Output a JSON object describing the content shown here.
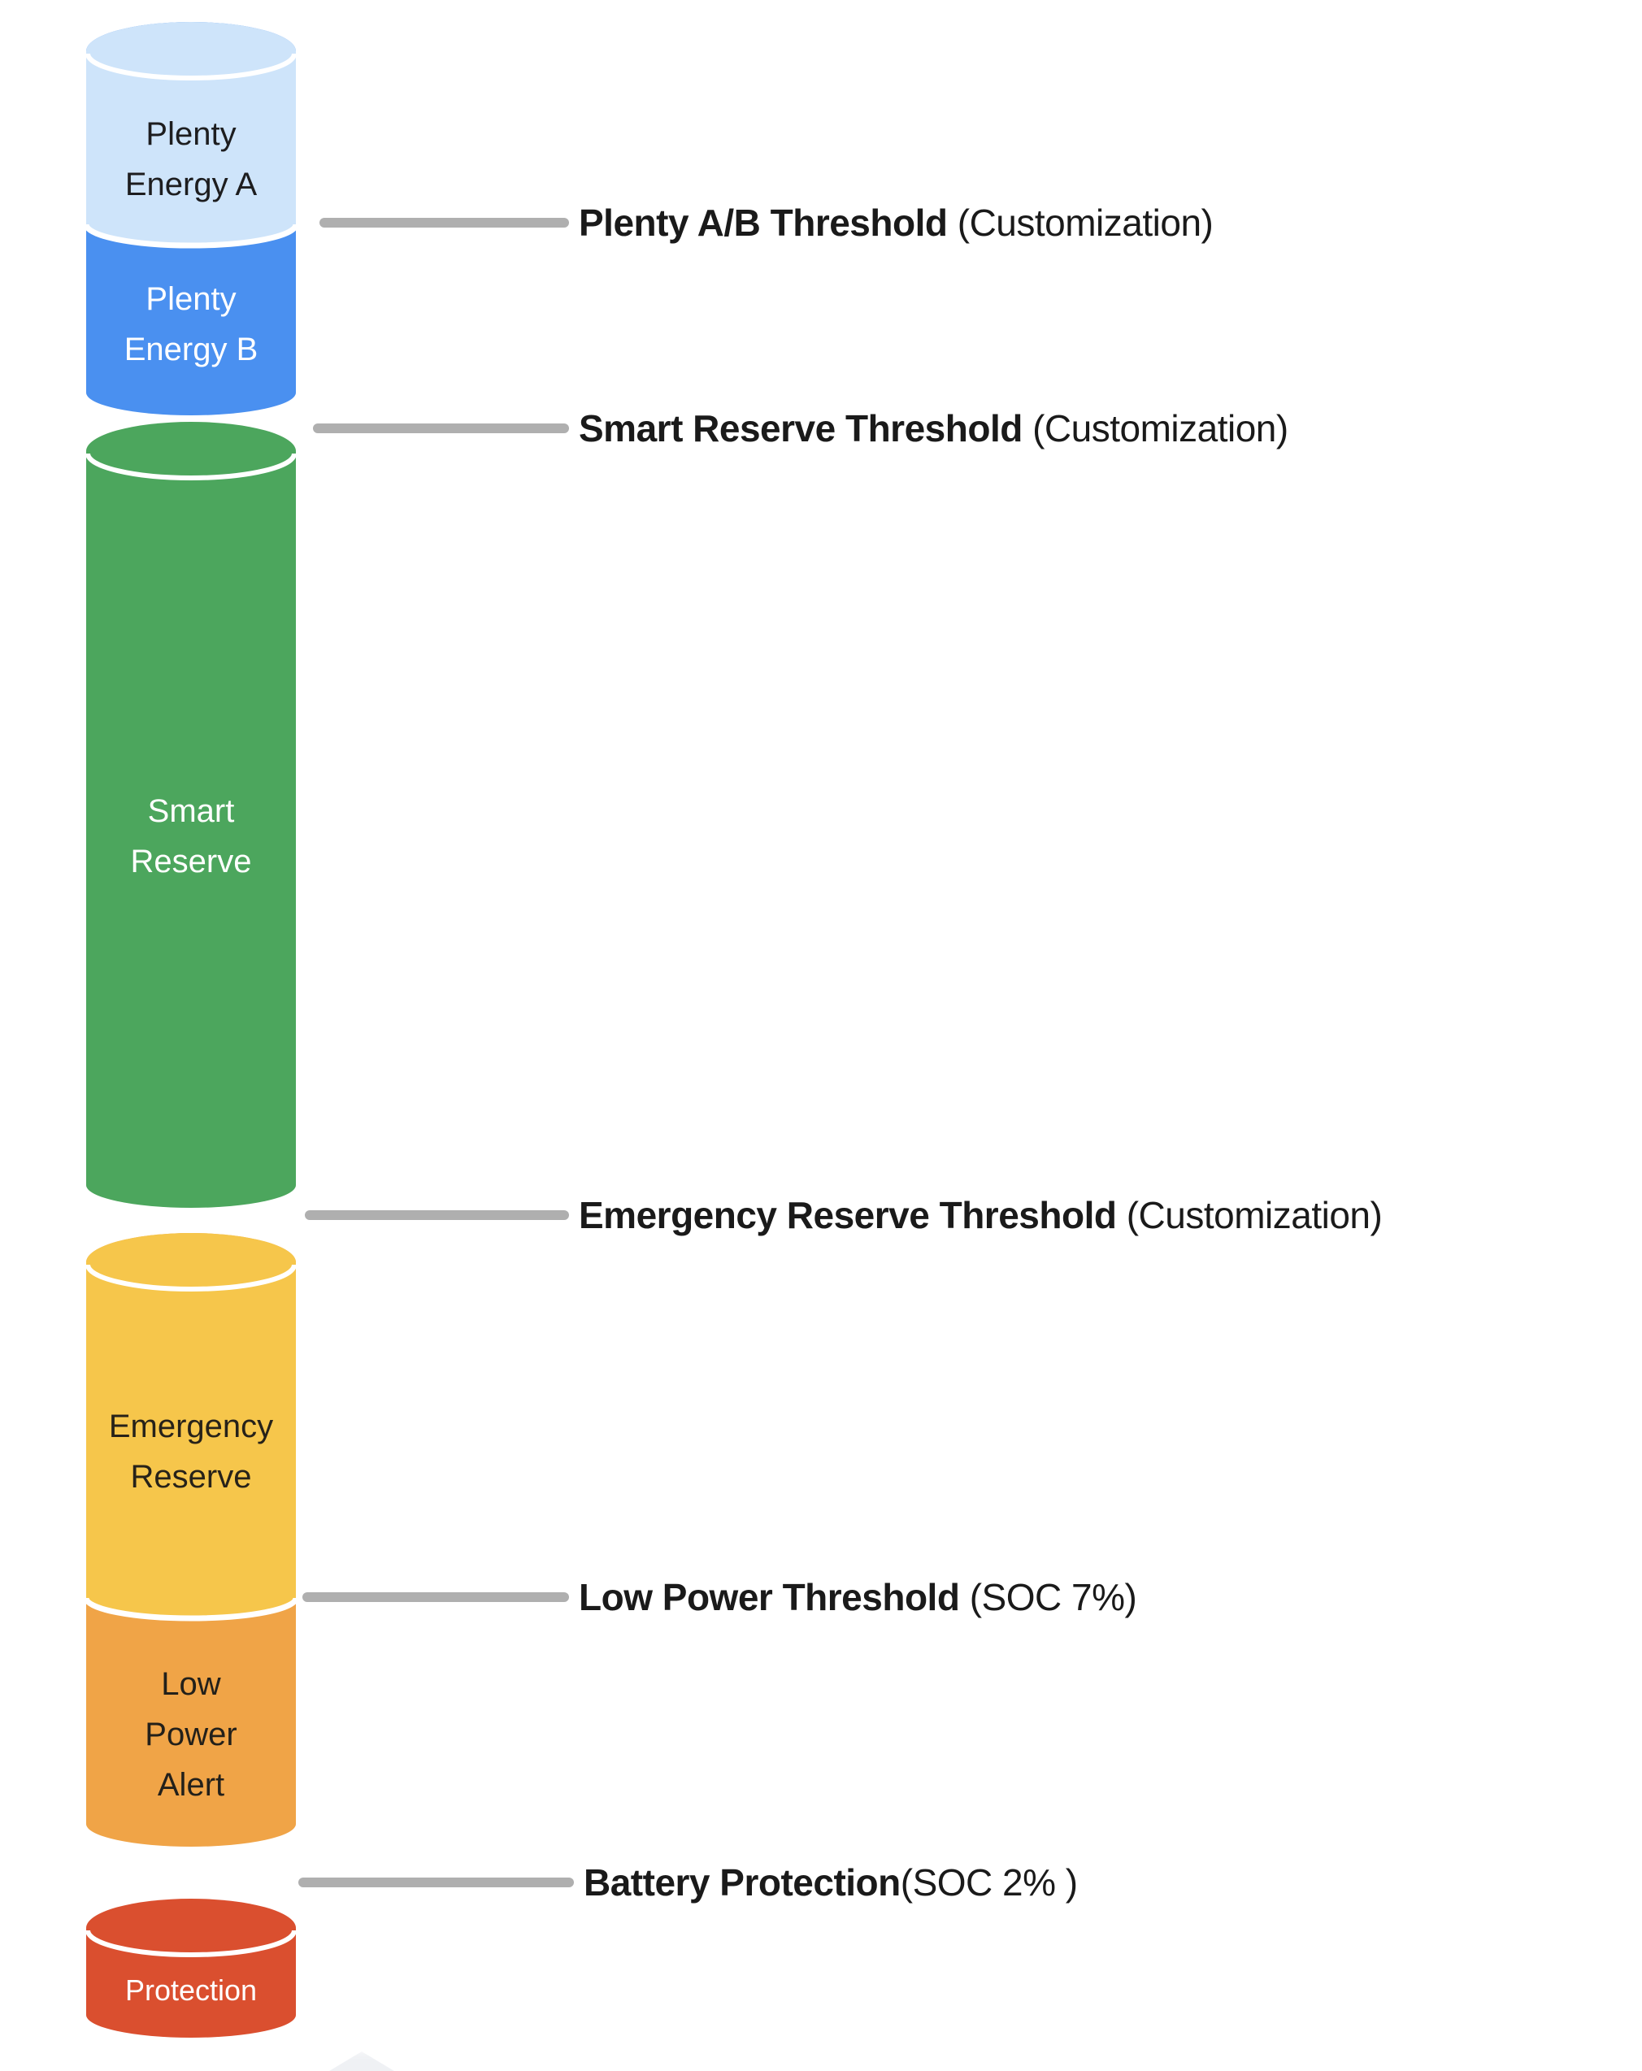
{
  "diagram": {
    "type": "battery-soc-cylinder-diagram",
    "segments": [
      {
        "label": "Plenty Energy A",
        "color": "#CEE4FA",
        "text_color": "#1D1D1F"
      },
      {
        "label": "Plenty Energy B",
        "color": "#4A90F0",
        "text_color": "#FFFFFF"
      },
      {
        "label": "Smart Reserve",
        "color": "#4CA65D",
        "text_color": "#FFFFFF"
      },
      {
        "label": "Emergency Reserve",
        "color": "#F6C64B",
        "text_color": "#272219"
      },
      {
        "label": "Low Power Alert",
        "color": "#F0A447",
        "text_color": "#23201A"
      },
      {
        "label": "Protection",
        "color": "#DA4F2F",
        "text_color": "#FFFFFF"
      }
    ],
    "thresholds": [
      {
        "title": "Plenty A/B Threshold",
        "note": " (Customization)"
      },
      {
        "title": "Smart Reserve Threshold",
        "note": " (Customization)"
      },
      {
        "title": "Emergency Reserve Threshold",
        "note": " (Customization)"
      },
      {
        "title": "Low Power Threshold",
        "note": " (SOC 7%)"
      },
      {
        "title": "Battery Protection",
        "note": "(SOC 2% )"
      }
    ],
    "colors": {
      "connector_line": "#AFAFAF",
      "threshold_text": "#1A1A1A",
      "separator": "#FFFFFF"
    }
  }
}
